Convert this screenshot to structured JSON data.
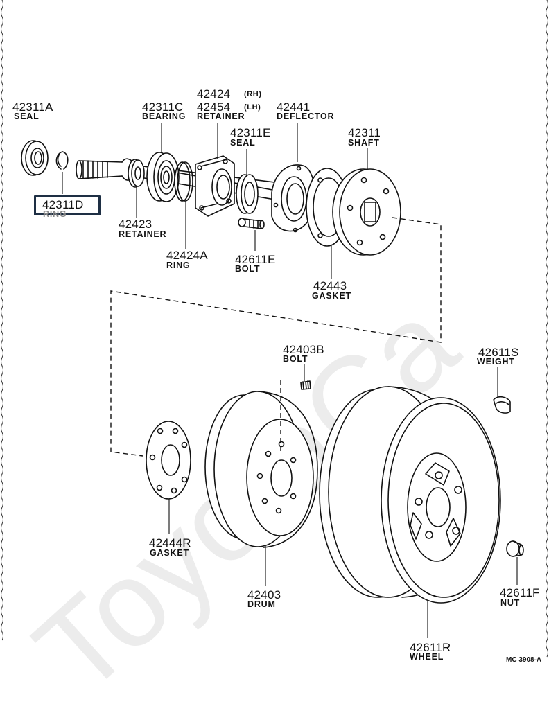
{
  "watermark": "ToyotaCa",
  "highlight": {
    "part": "42311D",
    "color": "#1e2f44"
  },
  "drawing_code": "MC 3908-A",
  "parts": {
    "seal_a": {
      "number": "42311A",
      "name": "SEAL"
    },
    "ring_d": {
      "number": "42311D",
      "name": "RING"
    },
    "bearing_c": {
      "number": "42311C",
      "name": "BEARING"
    },
    "retainer_rh": {
      "number": "42424",
      "note": "(RH)"
    },
    "retainer_lh": {
      "number": "42454",
      "note": "(LH)",
      "name": "RETAINER"
    },
    "deflector": {
      "number": "42441",
      "name": "DEFLECTOR"
    },
    "seal_e": {
      "number": "42311E",
      "name": "SEAL"
    },
    "shaft": {
      "number": "42311",
      "name": "SHAFT"
    },
    "retainer_23": {
      "number": "42423",
      "name": "RETAINER"
    },
    "ring_a": {
      "number": "42424A",
      "name": "RING"
    },
    "bolt_e": {
      "number": "42611E",
      "name": "BOLT"
    },
    "gasket_43": {
      "number": "42443",
      "name": "GASKET"
    },
    "bolt_b": {
      "number": "42403B",
      "name": "BOLT"
    },
    "weight": {
      "number": "42611S",
      "name": "WEIGHT"
    },
    "gasket_44r": {
      "number": "42444R",
      "name": "GASKET"
    },
    "drum": {
      "number": "42403",
      "name": "DRUM"
    },
    "nut": {
      "number": "42611F",
      "name": "NUT"
    },
    "wheel": {
      "number": "42611R",
      "name": "WHEEL"
    }
  }
}
